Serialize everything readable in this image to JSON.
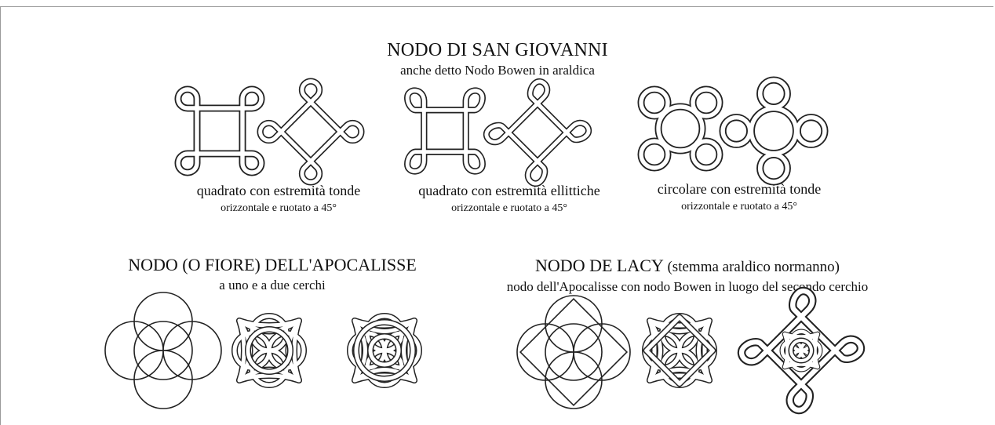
{
  "top": {
    "title": "NODO DI SAN GIOVANNI",
    "subtitle": "anche detto Nodo Bowen in araldica",
    "captions": [
      {
        "line1": "quadrato con estremità tonde",
        "line2": "orizzontale  e  ruotato a 45°"
      },
      {
        "line1": "quadrato con estremità ellittiche",
        "line2": "orizzontale  e  ruotato a 45°"
      },
      {
        "line1": "circolare con estremità tonde",
        "line2": "orizzontale  e  ruotato a 45°"
      }
    ]
  },
  "bottom_left": {
    "title": "NODO (O FIORE) DELL'APOCALISSE",
    "subtitle": "a uno e a due cerchi"
  },
  "bottom_right": {
    "title_main": "NODO DE LACY",
    "title_paren": "(stemma araldico normanno)",
    "subtitle": "nodo dell'Apocalisse con nodo Bowen in luogo del secondo cerchio"
  },
  "figures": [
    "bowen-square-round-horizontal",
    "bowen-square-round-rotated",
    "bowen-square-elliptic-horizontal",
    "bowen-square-elliptic-rotated",
    "bowen-circular-horizontal",
    "bowen-circular-rotated",
    "apocalypse-flower-circles",
    "apocalypse-knot-one-circle",
    "apocalypse-knot-two-circles",
    "de-lacy-construction",
    "de-lacy-knot",
    "de-lacy-bowen-knot"
  ]
}
